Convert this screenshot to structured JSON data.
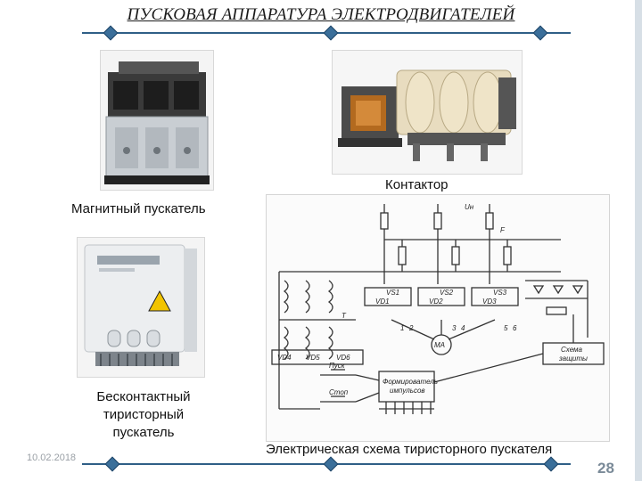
{
  "title": "ПУСКОВАЯ АППАРАТУРА ЭЛЕКТРОДВИГАТЕЛЕЙ",
  "captions": {
    "magnetic_starter": "Магнитный пускатель",
    "contactor": "Контактор",
    "thyristor_starter": "Бесконтактный тиристорный пускатель",
    "scheme": "Электрическая схема тиристорного пускателя"
  },
  "scheme_labels": {
    "un": "Uн",
    "f": "F",
    "vs1": "VS1",
    "vs2": "VS2",
    "vs3": "VS3",
    "vd1": "VD1",
    "vd2": "VD2",
    "vd3": "VD3",
    "vd4": "VD4",
    "vd5": "VD5",
    "vd6": "VD6",
    "t": "T",
    "n1": "1",
    "n2": "2",
    "n3": "3",
    "n4": "4",
    "n5": "5",
    "n6": "6",
    "motor": "МА",
    "pusk": "Пуск",
    "stop": "Стоп",
    "shaper_line1": "Формирователь",
    "shaper_line2": "импульсов",
    "protect_line1": "Схема",
    "protect_line2": "защиты"
  },
  "footer": {
    "date": "10.02.2018",
    "page": "28"
  }
}
